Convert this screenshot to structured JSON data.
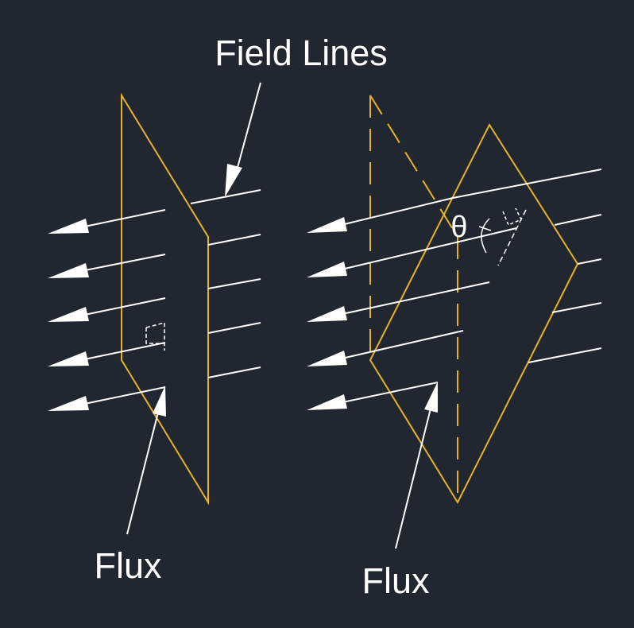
{
  "labels": {
    "field_lines": "Field Lines",
    "flux_left": "Flux",
    "flux_right": "Flux",
    "theta": "θ"
  },
  "colors": {
    "background": "#212730",
    "plane": "#e8b323",
    "lines": "#ffffff"
  }
}
